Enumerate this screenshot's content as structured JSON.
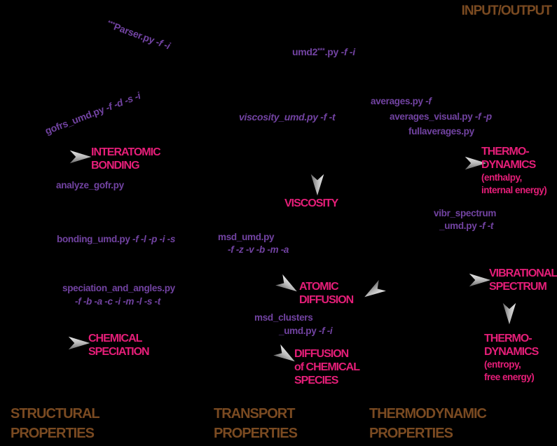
{
  "io_label": "INPUT/OUTPUT",
  "colors": {
    "background": "#000000",
    "script_purple": "#7243A2",
    "property_pink": "#E51E78",
    "header_brown": "#7A4A21",
    "arrow_gray": "#9A9A9A"
  },
  "scripts": {
    "parser": {
      "stars": "***",
      "name": "Parser.py",
      "flags": "-f -i"
    },
    "umd2": {
      "base": "umd2",
      "stars": "***",
      "ext": ".py",
      "flags": "-f -i"
    },
    "gofrs": {
      "name": "gofrs_umd.py",
      "flags": "-f -d -s -i"
    },
    "viscosity": {
      "name": "viscosity_umd.py",
      "flags": "-f -t"
    },
    "averages": {
      "name": "averages.py",
      "flags": "-f"
    },
    "averages_visual": {
      "name": "averages_visual.py",
      "flags": "-f -p"
    },
    "fullaverages": {
      "name": "fullaverages.py"
    },
    "analyze_gofr": {
      "name": "analyze_gofr.py"
    },
    "bonding": {
      "name": "bonding_umd.py",
      "flags": "-f -l -p -i -s"
    },
    "msd": {
      "name": "msd_umd.py",
      "flags": "-f -z -v -b -m -a"
    },
    "vibr_spectrum": {
      "name": "vibr_spectrum",
      "name2": "_umd.py",
      "flags": "-f -t"
    },
    "speciation": {
      "name": "speciation_and_angles.py",
      "flags": "-f -b -a -c -i -m -l -s -t"
    },
    "msd_clusters": {
      "name": "msd_clusters",
      "name2": "_umd.py",
      "flags": "-f -i"
    }
  },
  "properties": {
    "interatomic": {
      "lines": [
        "INTERATOMIC",
        "BONDING"
      ]
    },
    "viscosity": {
      "lines": [
        "VISCOSITY"
      ]
    },
    "thermo_top": {
      "lines": [
        "THERMO-",
        "DYNAMICS"
      ],
      "sub": [
        "(enthalpy,",
        "internal energy)"
      ]
    },
    "atomic_diffusion": {
      "lines": [
        "ATOMIC",
        "DIFFUSION"
      ]
    },
    "vibrational": {
      "lines": [
        "VIBRATIONAL",
        "SPECTRUM"
      ]
    },
    "chemical_speciation": {
      "lines": [
        "CHEMICAL",
        "SPECIATION"
      ]
    },
    "diffusion_species": {
      "lines": [
        "DIFFUSION",
        "of CHEMICAL",
        "SPECIES"
      ]
    },
    "thermo_bottom": {
      "lines": [
        "THERMO-",
        "DYNAMICS"
      ],
      "sub": [
        "(entropy,",
        "free energy)"
      ]
    }
  },
  "footers": [
    {
      "line1": "STRUCTURAL",
      "line2": "PROPERTIES"
    },
    {
      "line1": "TRANSPORT",
      "line2": "PROPERTIES"
    },
    {
      "line1": "THERMODYNAMIC",
      "line2": "PROPERTIES"
    }
  ]
}
